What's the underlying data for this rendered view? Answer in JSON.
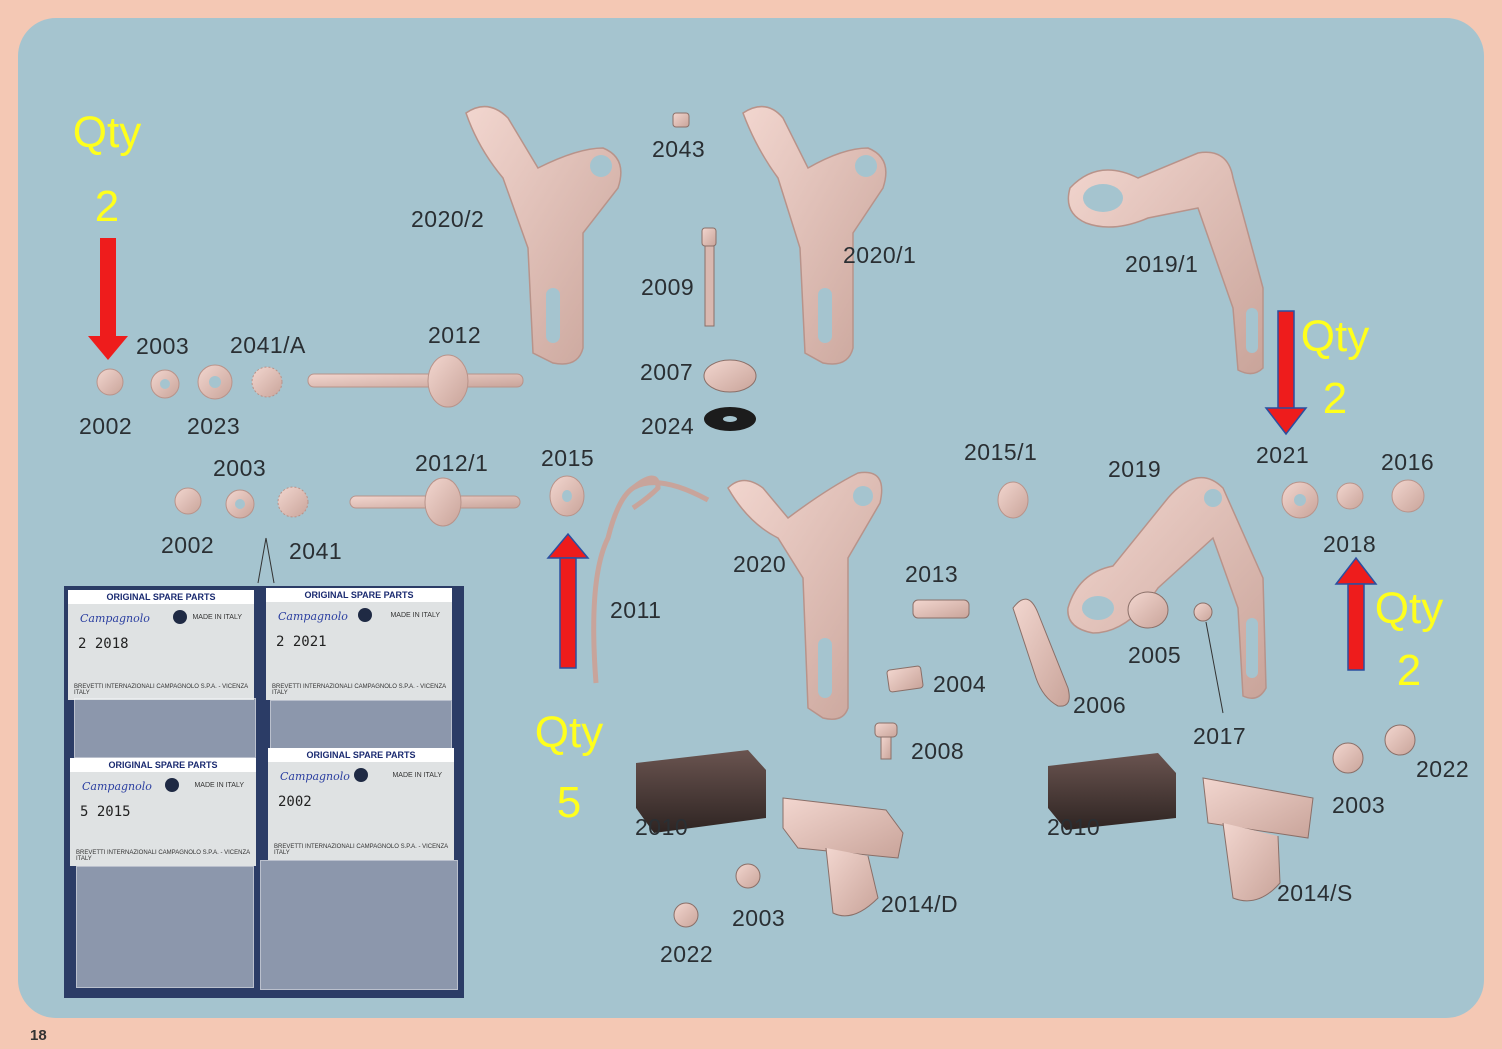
{
  "page_number": "18",
  "labels": {
    "l2043": "2043",
    "l2020_2": "2020/2",
    "l2020_1": "2020/1",
    "l2019_1": "2019/1",
    "l2009": "2009",
    "l2003_a": "2003",
    "l2041_a": "2041/A",
    "l2012": "2012",
    "l2007": "2007",
    "l2002_a": "2002",
    "l2023": "2023",
    "l2024": "2024",
    "l2003_b": "2003",
    "l2012_1": "2012/1",
    "l2015": "2015",
    "l2015_1": "2015/1",
    "l2019": "2019",
    "l2021": "2021",
    "l2016": "2016",
    "l2002_b": "2002",
    "l2041": "2041",
    "l2020": "2020",
    "l2018": "2018",
    "l2013": "2013",
    "l2011": "2011",
    "l2005": "2005",
    "l2004": "2004",
    "l2006": "2006",
    "l2017": "2017",
    "l2008": "2008",
    "l2022_a": "2022",
    "l2003_c": "2003",
    "l2010_a": "2010",
    "l2010_b": "2010",
    "l2014_d": "2014/D",
    "l2014_s": "2014/S",
    "l2003_d": "2003",
    "l2022_b": "2022"
  },
  "callouts": {
    "left": {
      "word": "Qty",
      "count": "2"
    },
    "right_top": {
      "word": "Qty",
      "count": "2"
    },
    "right_bottom": {
      "word": "Qty",
      "count": "2"
    },
    "middle": {
      "word": "Qty",
      "count": "5"
    }
  },
  "photo": {
    "header": "ORIGINAL SPARE PARTS",
    "brand": "Campagnolo",
    "made_in": "MADE IN ITALY",
    "footer": "BREVETTI INTERNAZIONALI CAMPAGNOLO S.P.A. - VICENZA ITALY",
    "packets": [
      {
        "handwriting": "2 2018"
      },
      {
        "handwriting": "2 2021"
      },
      {
        "handwriting": "5 2015"
      },
      {
        "handwriting": "2002"
      }
    ]
  },
  "colors": {
    "panel": "#a5c4cf",
    "part": "#e8c8bf",
    "arrow": "#ee1c1c",
    "callout_text": "#ffff1c"
  }
}
